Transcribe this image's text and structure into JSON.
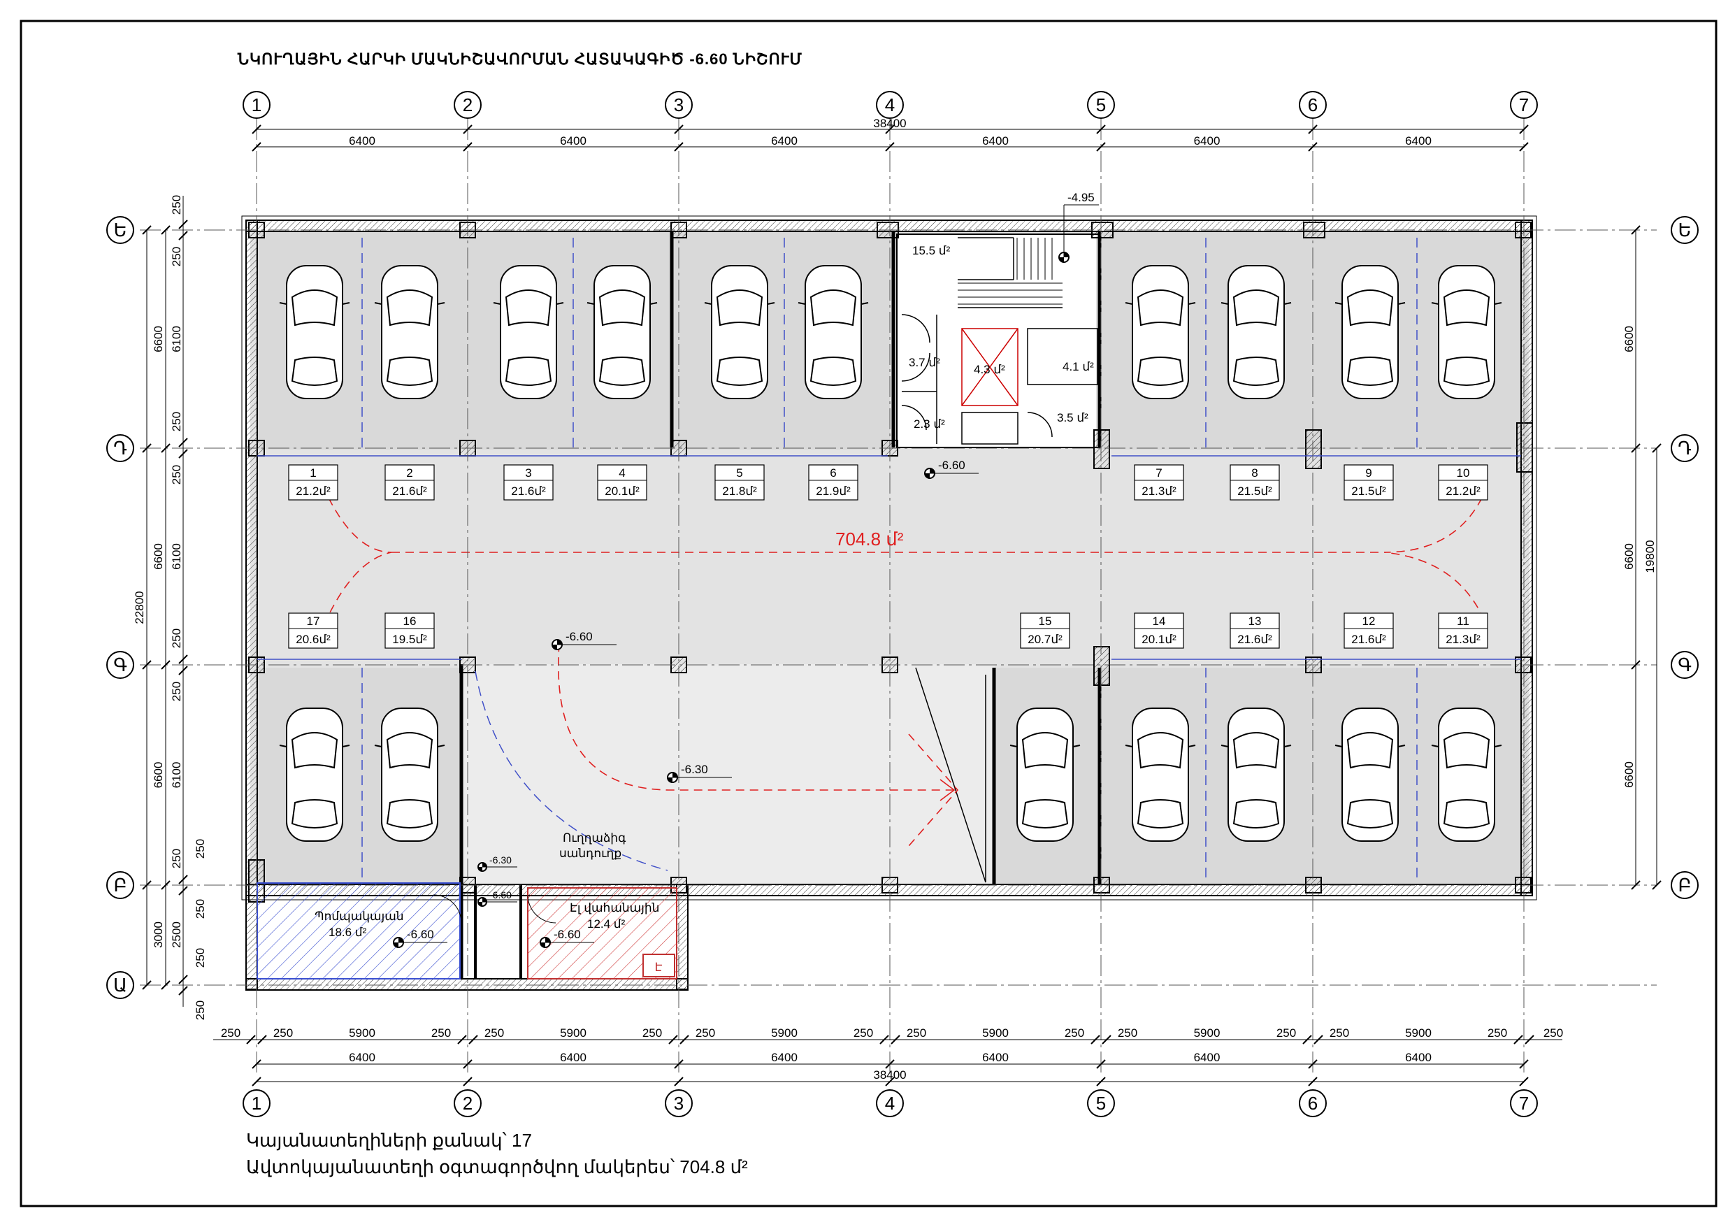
{
  "title": "ՆԿՈՒՂԱՅԻՆ ՀԱՐԿԻ ՄԱԿՆԻՇԱՎՈՐՄԱՆ ՀԱՏԱԿԱԳԻԾ -6.60 ՆԻՇՈՒՄ",
  "col_axes": [
    "1",
    "2",
    "3",
    "4",
    "5",
    "6",
    "7"
  ],
  "row_axes": [
    "Ե",
    "Դ",
    "Գ",
    "Բ",
    "Ա"
  ],
  "dims": {
    "total_top": "38400",
    "total_bottom": "38400",
    "bay": "6400",
    "sub_250": "250",
    "sub_5900": "5900",
    "left_total": "22800",
    "left_6600": "6600",
    "left_6100": "6100",
    "left_3000": "3000",
    "left_2500": "2500",
    "right_6600": "6600",
    "right_19800": "19800"
  },
  "levels": {
    "l495": "-4.95",
    "l660": "-6.60",
    "l630": "-6.30"
  },
  "rooms": {
    "stair_area": "15.5 մ²",
    "vestibule": "3.7 մ²",
    "elevator": "4.3 մ²",
    "wc_a": "4.1 մ²",
    "lobby": "2.3 մ²",
    "wc_b": "3.5 մ²",
    "parking_area": "704.8 մ²",
    "fire_pump_name": "Պոմպակայան",
    "fire_pump_area": "18.6 մ²",
    "electric_name": "Էլ վահանային",
    "electric_area": "12.4 մ²",
    "shaft_name_1": "Ուղղաձիգ",
    "shaft_name_2": "սանդուղք",
    "e_mark": "Է"
  },
  "spots": [
    {
      "n": "1",
      "a": "21.2մ²"
    },
    {
      "n": "2",
      "a": "21.6մ²"
    },
    {
      "n": "3",
      "a": "21.6մ²"
    },
    {
      "n": "4",
      "a": "20.1մ²"
    },
    {
      "n": "5",
      "a": "21.8մ²"
    },
    {
      "n": "6",
      "a": "21.9մ²"
    },
    {
      "n": "7",
      "a": "21.3մ²"
    },
    {
      "n": "8",
      "a": "21.5մ²"
    },
    {
      "n": "9",
      "a": "21.5մ²"
    },
    {
      "n": "10",
      "a": "21.2մ²"
    },
    {
      "n": "11",
      "a": "21.3մ²"
    },
    {
      "n": "12",
      "a": "21.6մ²"
    },
    {
      "n": "13",
      "a": "21.6մ²"
    },
    {
      "n": "14",
      "a": "20.1մ²"
    },
    {
      "n": "15",
      "a": "20.7մ²"
    },
    {
      "n": "16",
      "a": "19.5մ²"
    },
    {
      "n": "17",
      "a": "20.6մ²"
    }
  ],
  "notes": {
    "count_label": "Կայանատեղիների քանակ՝ 17",
    "area_label": "Ավտոկայանատեղի օգտագործվող մակերես՝ 704.8 մ²"
  }
}
